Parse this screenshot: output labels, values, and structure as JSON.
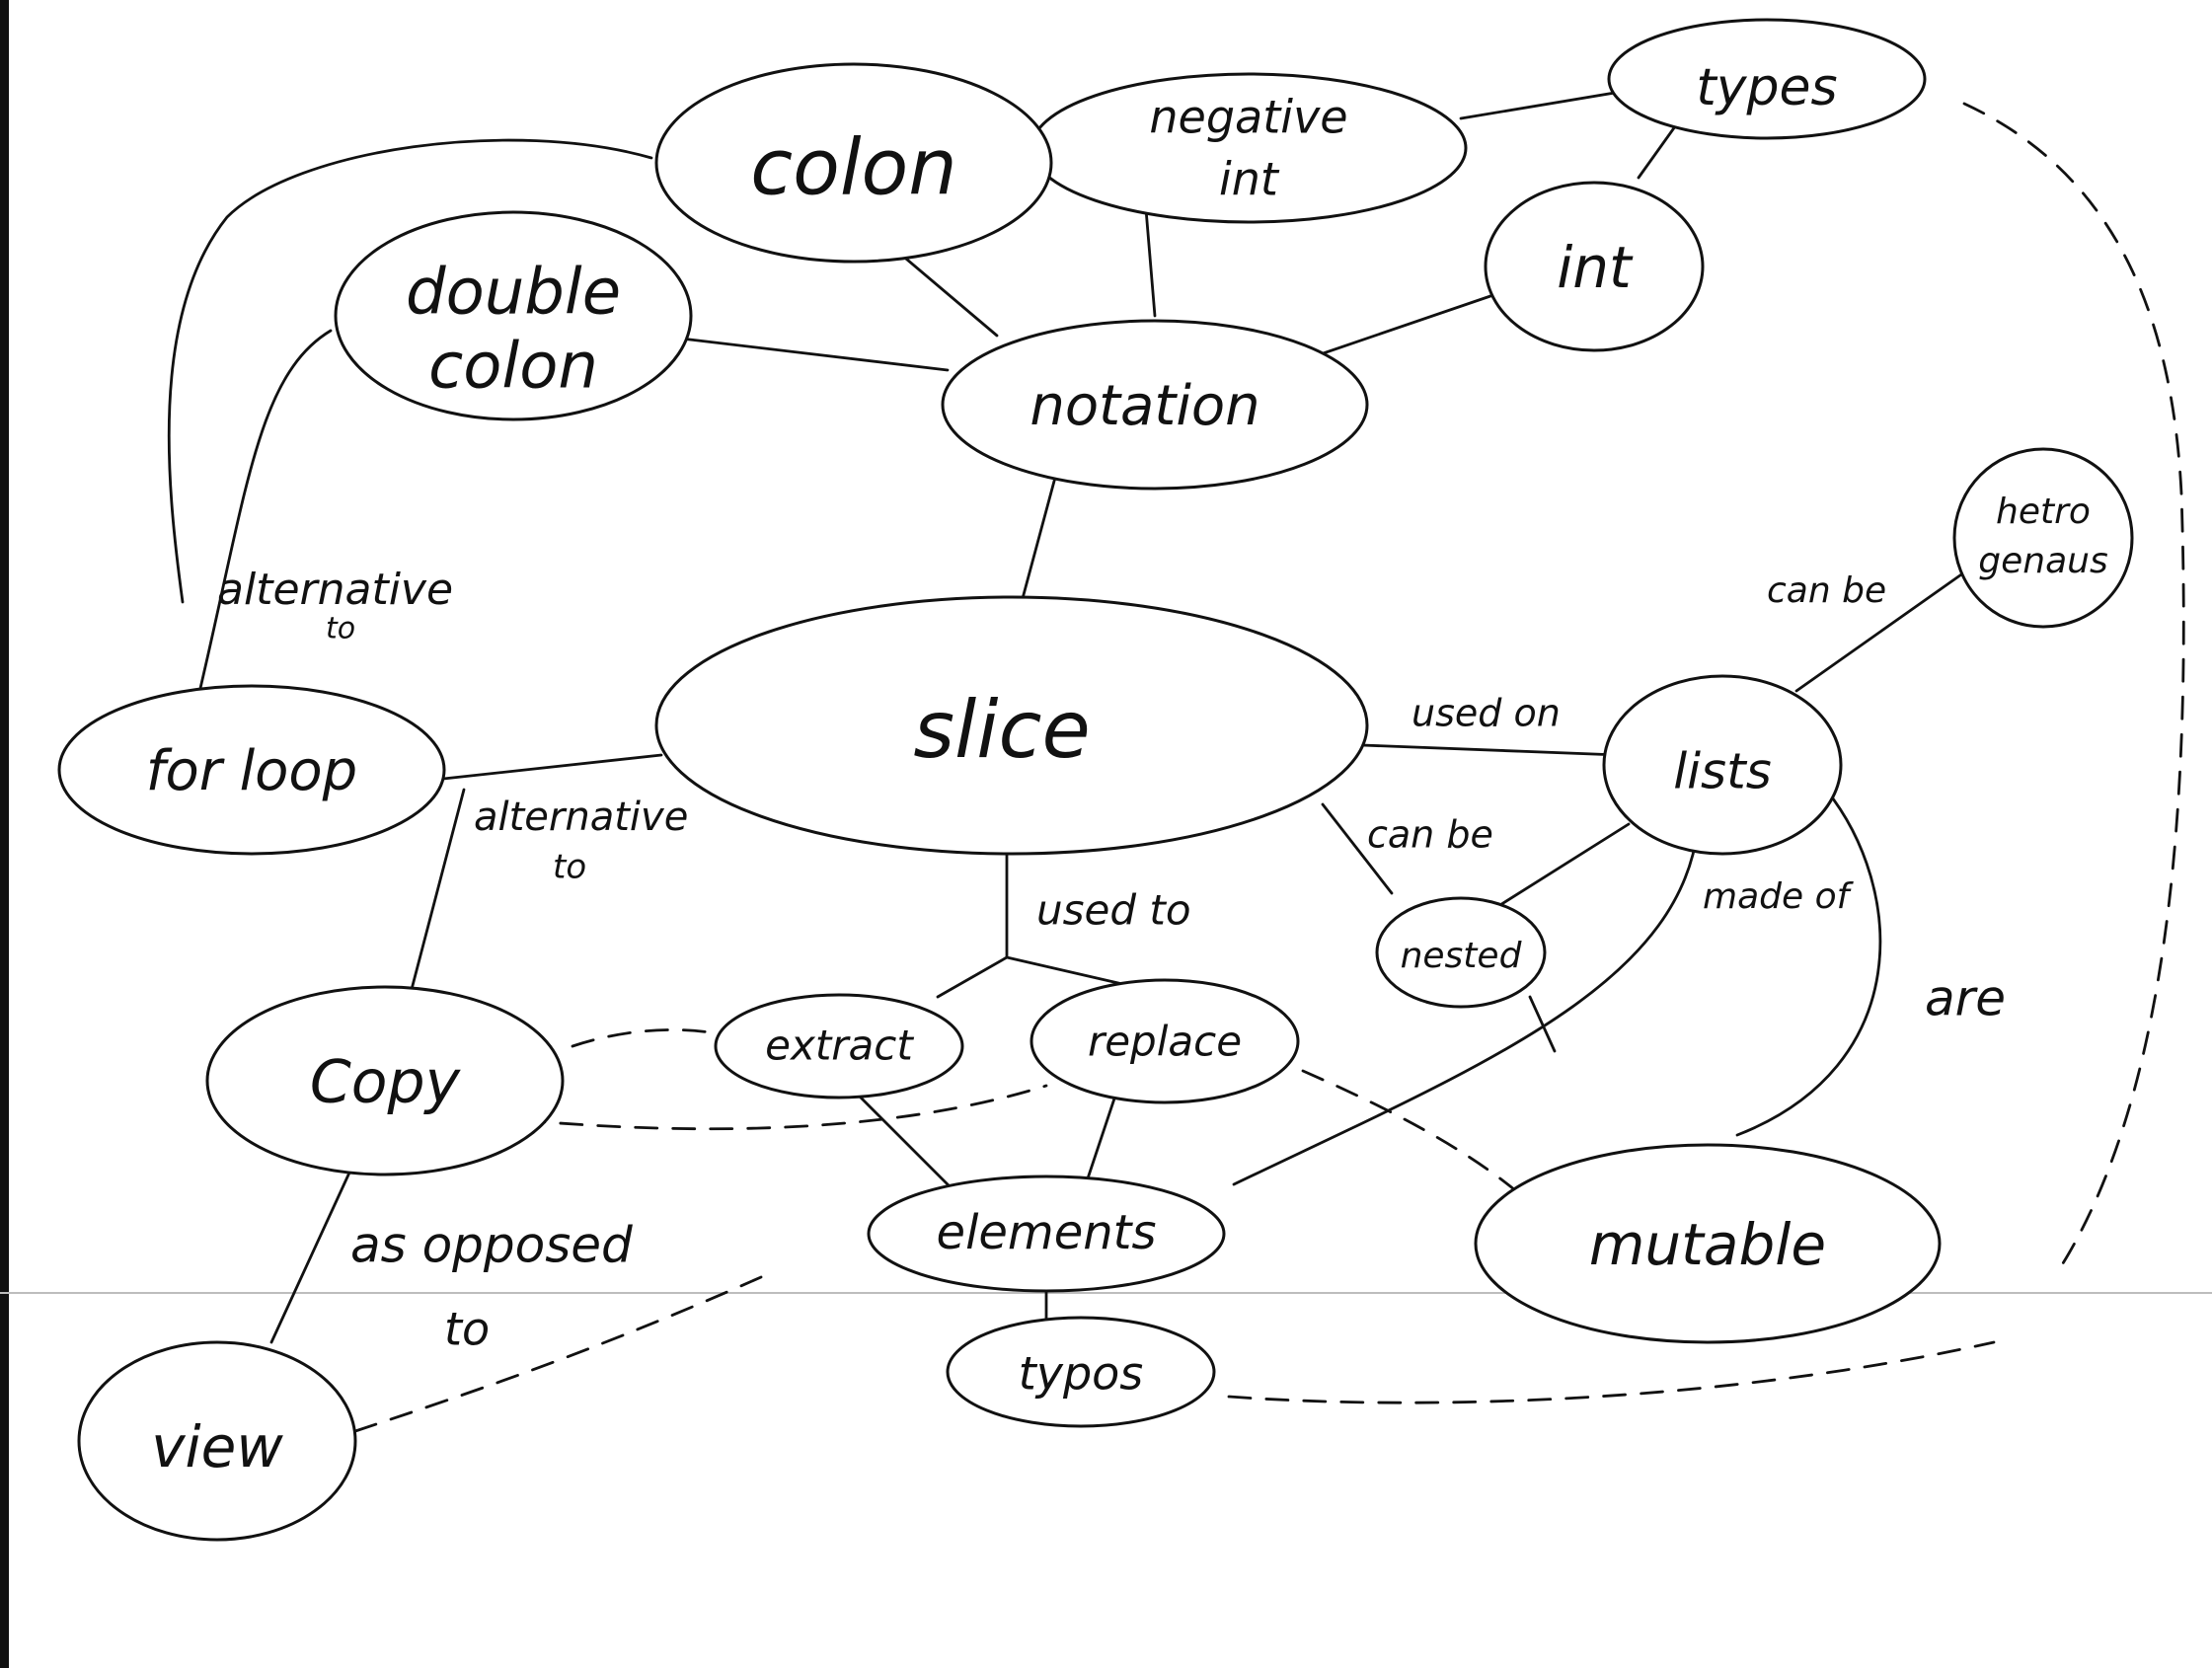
{
  "nodes": {
    "types": "types",
    "negative": [
      "negative",
      "int"
    ],
    "colon": "colon",
    "double_colon": [
      "double",
      "colon"
    ],
    "int": "int",
    "notation": "notation",
    "hetrogenaus": [
      "hetro",
      "genaus"
    ],
    "slice": "slice",
    "for_loop": "for loop",
    "lists": "lists",
    "nested": "nested",
    "copy": "Copy",
    "extract": "extract",
    "replace": "replace",
    "mutable": "mutable",
    "elements": "elements",
    "typos": "typos",
    "view": "view"
  },
  "edge_labels": {
    "alternative_to_1": [
      "alternative",
      "to"
    ],
    "alternative_to_2": [
      "alternative",
      "to"
    ],
    "used_on": "used on",
    "can_be_1": "can be",
    "can_be_2": "can be",
    "used_to": "used to",
    "made_of": "made of",
    "are": "are",
    "as_opposed_to": [
      "as opposed",
      "to"
    ]
  }
}
